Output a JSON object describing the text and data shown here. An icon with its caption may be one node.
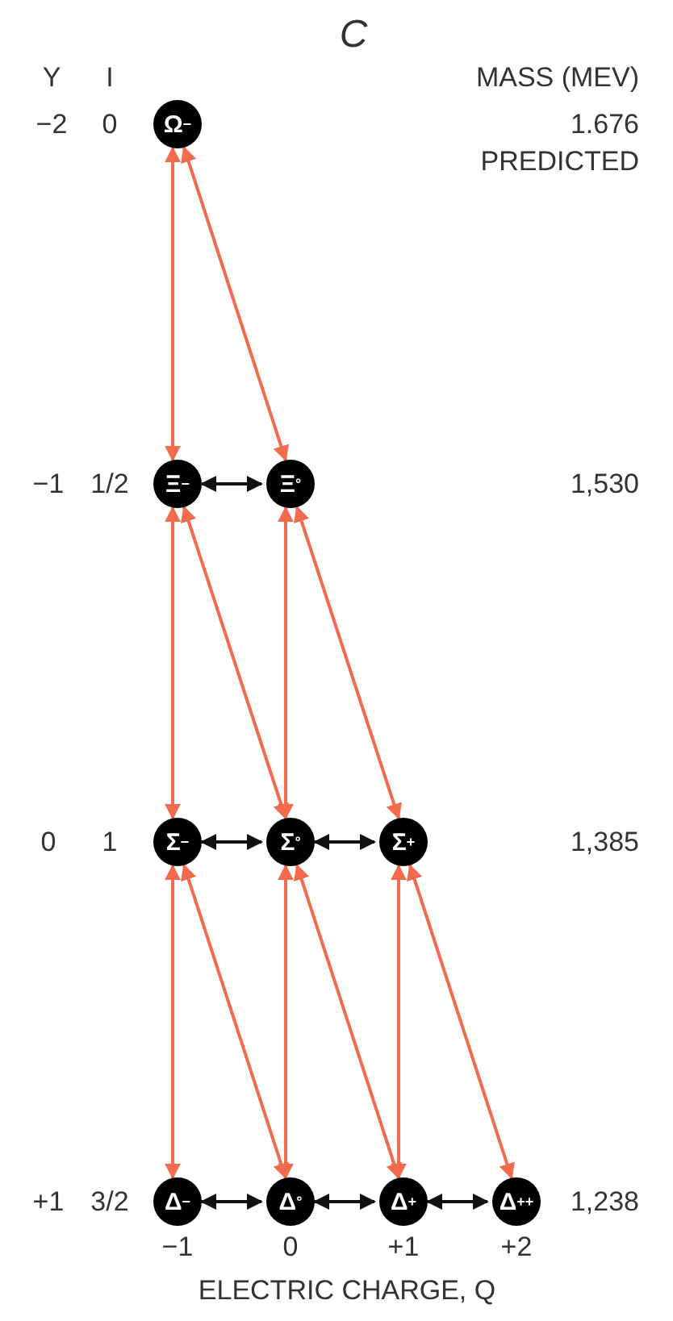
{
  "diagram": {
    "nodes": [
      {
        "text": [
          "Ω$^{−}$"
        ]
      },
      {
        "text": [
          "Ξ$^{−}$"
        ]
      },
      {
        "text": [
          "Ξ$^{°}$"
        ]
      },
      {
        "text": [
          "Σ$^{−}$"
        ]
      },
      {
        "text": [
          "Σ$^{°}$"
        ]
      },
      {
        "text": [
          "Σ$^{+}$"
        ]
      },
      {
        "text": [
          "Δ$^{−}$"
        ]
      },
      {
        "text": [
          "Δ$^{°}$"
        ]
      },
      {
        "text": [
          "Δ$^{+}$"
        ]
      },
      {
        "text": [
          "Δ$^{++}$"
        ]
      }
    ],
    "edges": [
      {
        "from": 0,
        "to": 1,
        "arrow": "both"
      },
      {
        "from": 0,
        "to": 2,
        "arrow": "both"
      },
      {
        "from": 1,
        "to": 2,
        "arrow": "both",
        "color": "#111111"
      },
      {
        "from": 1,
        "to": 3,
        "arrow": "both"
      },
      {
        "from": 1,
        "to": 4,
        "arrow": "both"
      },
      {
        "from": 2,
        "to": 4,
        "arrow": "both"
      },
      {
        "from": 2,
        "to": 5,
        "arrow": "both"
      },
      {
        "from": 3,
        "to": 4,
        "arrow": "both",
        "color": "#111111"
      },
      {
        "from": 4,
        "to": 5,
        "arrow": "both",
        "color": "#111111"
      },
      {
        "from": 3,
        "to": 6,
        "arrow": "both"
      },
      {
        "from": 3,
        "to": 7,
        "arrow": "both"
      },
      {
        "from": 4,
        "to": 7,
        "arrow": "both"
      },
      {
        "from": 4,
        "to": 8,
        "arrow": "both"
      },
      {
        "from": 5,
        "to": 8,
        "arrow": "both"
      },
      {
        "from": 5,
        "to": 9,
        "arrow": "both"
      },
      {
        "from": 6,
        "to": 7,
        "arrow": "both",
        "color": "#111111"
      },
      {
        "from": 7,
        "to": 8,
        "arrow": "both",
        "color": "#111111"
      },
      {
        "from": 8,
        "to": 9,
        "arrow": "both",
        "color": "#111111"
      }
    ],
    "labels": [
      "C",
      "Y",
      "I",
      "MASS (MEV)",
      "−2",
      "0",
      "1.676",
      "PREDICTED",
      "−1",
      "1/2",
      "1,530",
      "0",
      "1",
      "1,385",
      "+1",
      "3/2",
      "1,238",
      "−1",
      "0",
      "+1",
      "+2",
      "ELECTRIC CHARGE, Q"
    ]
  }
}
